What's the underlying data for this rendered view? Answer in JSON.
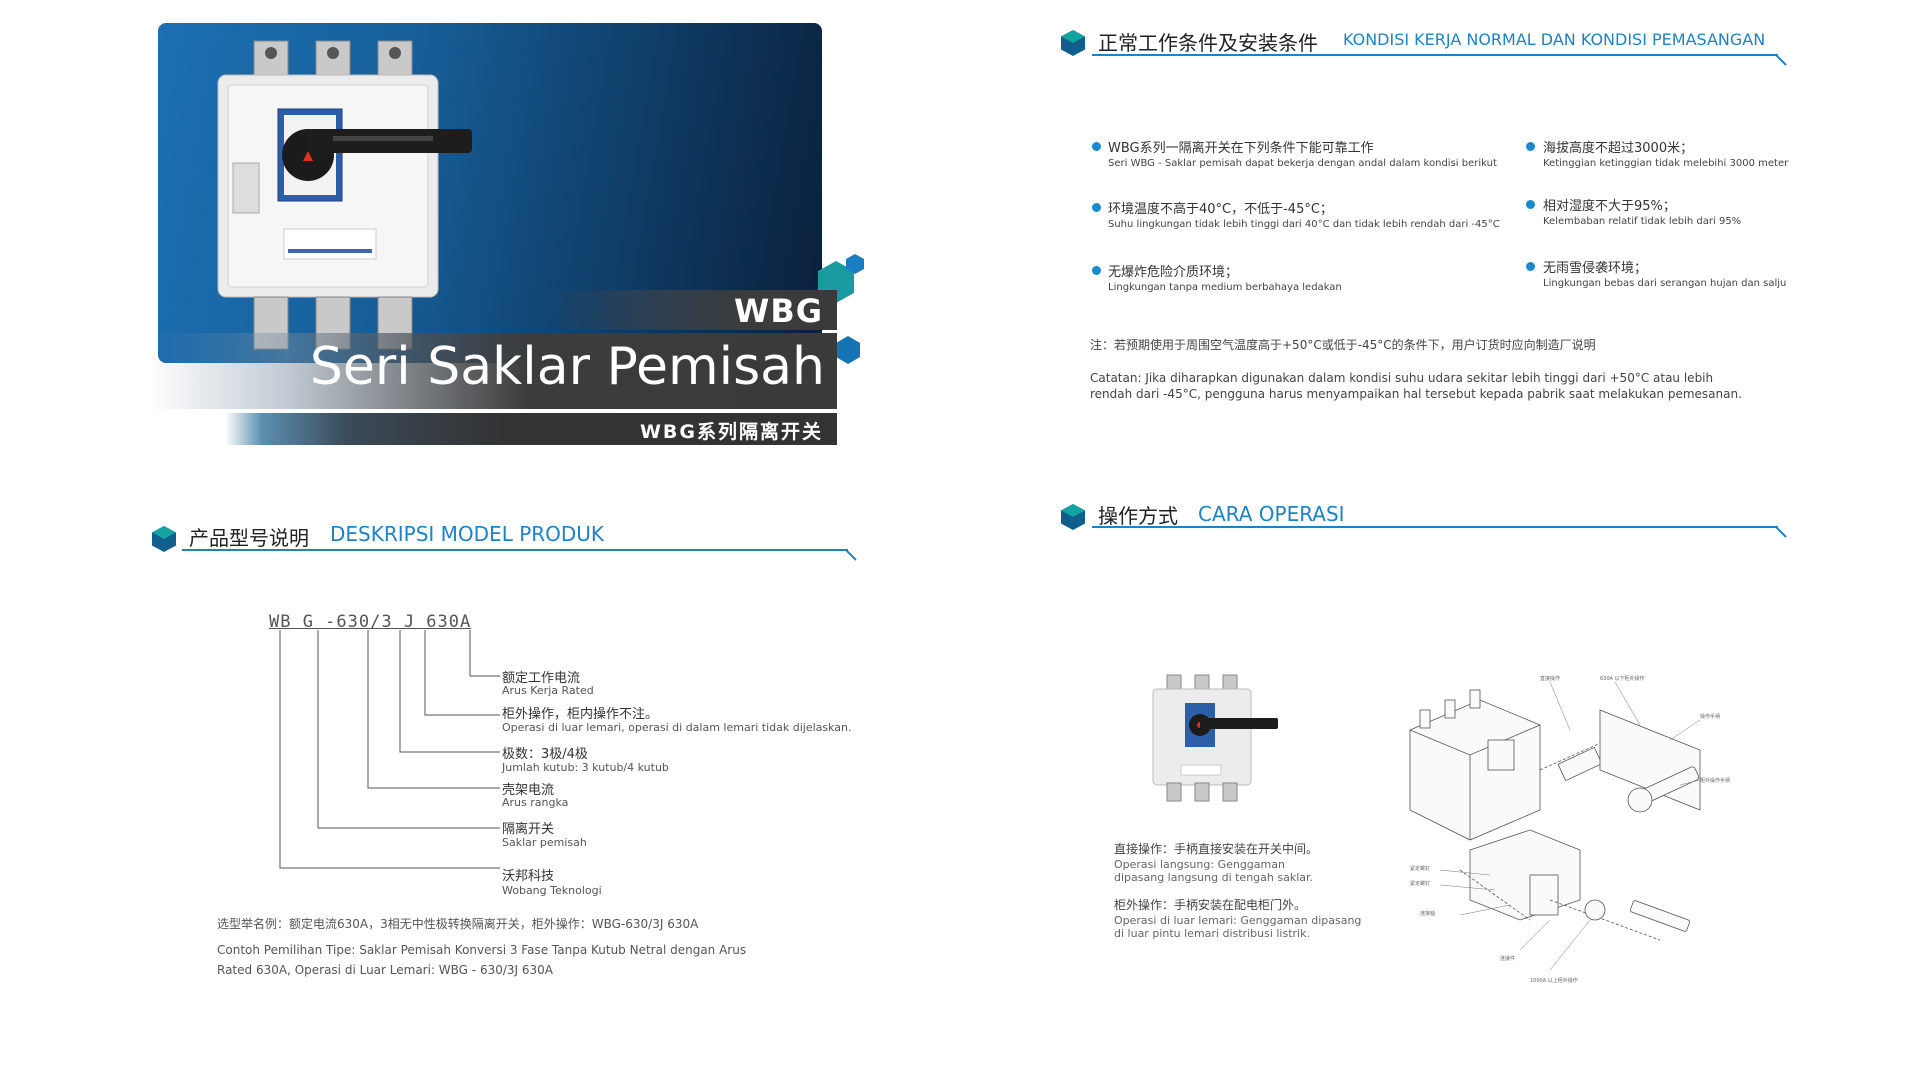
{
  "hero": {
    "model": "WBG",
    "title": "Seri Saklar Pemisah",
    "subtitle_cn": "WBG系列隔离开关"
  },
  "conditions": {
    "header_cn": "正常工作条件及安装条件",
    "header_en": "KONDISI KERJA NORMAL DAN KONDISI PEMASANGAN",
    "items": [
      {
        "cn": "WBG系列一隔离开关在下列条件下能可靠工作",
        "en": "Seri WBG - Saklar pemisah dapat bekerja dengan andal dalam kondisi berikut"
      },
      {
        "cn": "海拔高度不超过3000米；",
        "en": "Ketinggian ketinggian tidak melebihi 3000 meter"
      },
      {
        "cn": "环境温度不高于40°C，不低于-45°C；",
        "en": "Suhu lingkungan tidak lebih tinggi dari 40°C dan tidak lebih rendah dari -45°C"
      },
      {
        "cn": "相对湿度不大于95%；",
        "en": "Kelembaban relatif tidak lebih dari 95%"
      },
      {
        "cn": "无爆炸危险介质环境；",
        "en": "Lingkungan tanpa medium berbahaya ledakan"
      },
      {
        "cn": "无雨雪侵袭环境；",
        "en": "Lingkungan bebas dari serangan hujan dan salju"
      }
    ],
    "note_cn": "注：若预期使用于周围空气温度高于+50°C或低于-45°C的条件下，用户订货时应向制造厂说明",
    "note_en": "Catatan: Jika diharapkan digunakan dalam kondisi suhu udara sekitar lebih tinggi dari +50°C atau lebih rendah dari -45°C, pengguna harus menyampaikan hal tersebut kepada pabrik saat melakukan pemesanan."
  },
  "model_desc": {
    "header_cn": "产品型号说明",
    "header_en": "DESKRIPSI MODEL PRODUK",
    "code": "WB G -630/3 J 630A",
    "labels": [
      {
        "cn": "额定工作电流",
        "en": "Arus Kerja Rated"
      },
      {
        "cn": "柜外操作，柜内操作不注。",
        "en": "Operasi di luar lemari, operasi di dalam lemari tidak dijelaskan."
      },
      {
        "cn": "极数：3极/4极",
        "en": "Jumlah kutub: 3 kutub/4 kutub"
      },
      {
        "cn": "壳架电流",
        "en": "Arus rangka"
      },
      {
        "cn": "隔离开关",
        "en": "Saklar pemisah"
      },
      {
        "cn": "沃邦科技",
        "en": "Wobang Teknologi"
      }
    ],
    "example_cn": "选型举名例：额定电流630A，3相无中性极转换隔离开关，柜外操作：WBG-630/3J 630A",
    "example_en": "Contoh Pemilihan Tipe: Saklar Pemisah Konversi 3 Fase Tanpa Kutub Netral dengan Arus Rated 630A, Operasi di Luar Lemari: WBG - 630/3J 630A"
  },
  "operation": {
    "header_cn": "操作方式",
    "header_en": "CARA OPERASI",
    "direct_cn": "直接操作：手柄直接安装在开关中间。",
    "direct_en": "Operasi langsung: Genggaman dipasang langsung di tengah saklar.",
    "outside_cn": "柜外操作：手柄安装在配电柜门外。",
    "outside_en": "Operasi di luar lemari: Genggaman dipasang di luar pintu lemari distribusi listrik."
  },
  "colors": {
    "accent": "#1f82c4",
    "hex_dark": "#0f5e8e",
    "hex_teal": "#13a3a0",
    "band": "#3a3a3a"
  }
}
